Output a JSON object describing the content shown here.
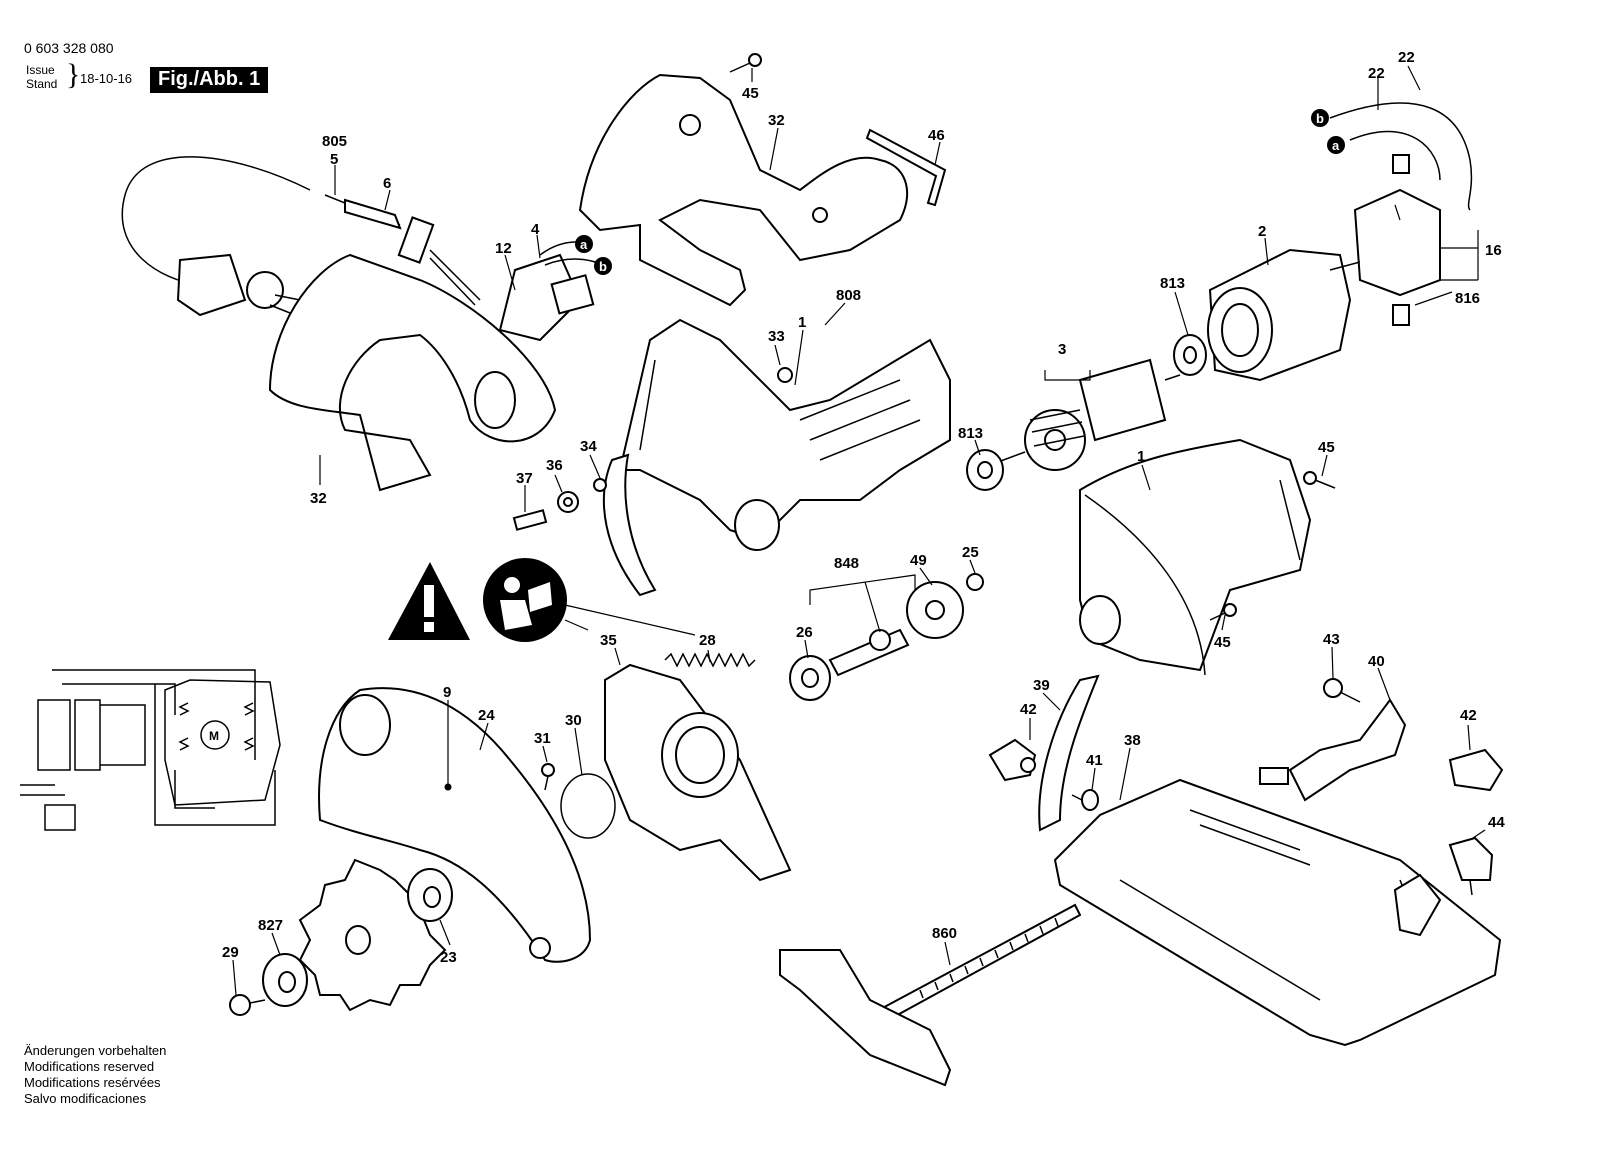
{
  "header": {
    "part_number": "0 603 328 080",
    "issue_label": "Issue",
    "stand_label": "Stand",
    "date": "18-10-16",
    "figure_label": "Fig./Abb. 1"
  },
  "footer": {
    "lines": [
      "Änderungen vorbehalten",
      "Modifications reserved",
      "Modifications resérvées",
      "Salvo modificaciones"
    ]
  },
  "callouts": {
    "a": "a",
    "b": "b"
  },
  "labels": {
    "p45a": "45",
    "p32a": "32",
    "p46": "46",
    "p22a": "22",
    "p22b": "22",
    "p805": "805",
    "p5": "5",
    "p6": "6",
    "p4": "4",
    "p12": "12",
    "p2": "2",
    "p16": "16",
    "p816": "816",
    "p813a": "813",
    "p813b": "813",
    "p808": "808",
    "p1a": "1",
    "p33": "33",
    "p3": "3",
    "p1b": "1",
    "p45b": "45",
    "p45c": "45",
    "p32b": "32",
    "p37": "37",
    "p36": "36",
    "p34": "34",
    "p848": "848",
    "p49": "49",
    "p25": "25",
    "p26": "26",
    "p35": "35",
    "p28": "28",
    "p43": "43",
    "p40": "40",
    "p42a": "42",
    "p42b": "42",
    "p39": "39",
    "p41": "41",
    "p38": "38",
    "p44": "44",
    "p9": "9",
    "p24": "24",
    "p31": "31",
    "p30": "30",
    "p827": "827",
    "p29": "29",
    "p23": "23",
    "p860": "860",
    "motor_symbol": "M"
  }
}
